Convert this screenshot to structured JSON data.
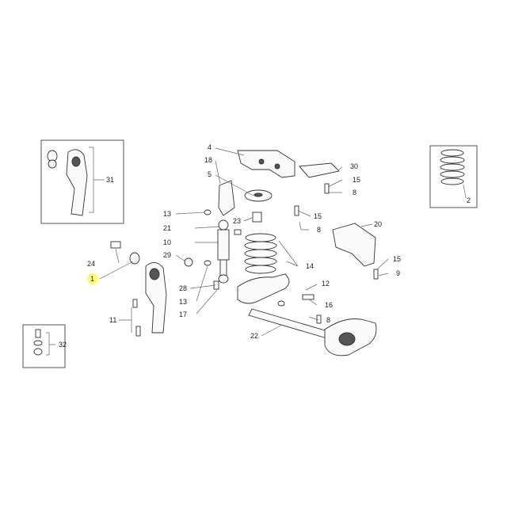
{
  "callouts": [
    {
      "id": "c1",
      "label": "1"
    },
    {
      "id": "c2",
      "label": "2"
    },
    {
      "id": "c4",
      "label": "4"
    },
    {
      "id": "c5",
      "label": "5"
    },
    {
      "id": "c8a",
      "label": "8"
    },
    {
      "id": "c8b",
      "label": "8"
    },
    {
      "id": "c8c",
      "label": "8"
    },
    {
      "id": "c9",
      "label": "9"
    },
    {
      "id": "c10",
      "label": "10"
    },
    {
      "id": "c11",
      "label": "11"
    },
    {
      "id": "c12",
      "label": "12"
    },
    {
      "id": "c13a",
      "label": "13"
    },
    {
      "id": "c13b",
      "label": "13"
    },
    {
      "id": "c14",
      "label": "14"
    },
    {
      "id": "c15a",
      "label": "15"
    },
    {
      "id": "c15b",
      "label": "15"
    },
    {
      "id": "c15c",
      "label": "15"
    },
    {
      "id": "c16",
      "label": "16"
    },
    {
      "id": "c17",
      "label": "17"
    },
    {
      "id": "c18",
      "label": "18"
    },
    {
      "id": "c20",
      "label": "20"
    },
    {
      "id": "c21",
      "label": "21"
    },
    {
      "id": "c22",
      "label": "22"
    },
    {
      "id": "c23",
      "label": "23"
    },
    {
      "id": "c24",
      "label": "24"
    },
    {
      "id": "c28",
      "label": "28"
    },
    {
      "id": "c29",
      "label": "29"
    },
    {
      "id": "c30",
      "label": "30"
    },
    {
      "id": "c31",
      "label": "31"
    },
    {
      "id": "c32",
      "label": "32"
    }
  ],
  "highlight_color": "#ffff66"
}
